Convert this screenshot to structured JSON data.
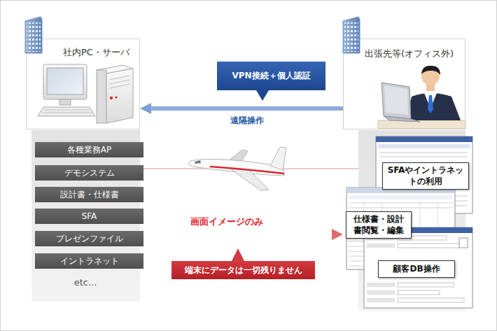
{
  "diagram": {
    "nodes": [
      {
        "text": [
          "社内PC・サーバ"
        ]
      },
      {
        "text": [
          "出張先等(オフィス外)"
        ]
      },
      {
        "text": [
          "VPN接続＋個人認証"
        ]
      },
      {
        "text": [
          "各種業務AP"
        ]
      },
      {
        "text": [
          "デモシステム"
        ]
      },
      {
        "text": [
          "設計書・仕様書"
        ]
      },
      {
        "text": [
          "SFA"
        ]
      },
      {
        "text": [
          "プレゼンファイル"
        ]
      },
      {
        "text": [
          "イントラネット"
        ]
      },
      {
        "text": [
          "SFAやイントラネットの利用"
        ]
      },
      {
        "text": [
          "仕様書・設計書閲覧・編集"
        ]
      },
      {
        "text": [
          "端末にデータは一切残りません"
        ]
      },
      {
        "text": [
          "顧客DB操作"
        ]
      }
    ],
    "edges": [
      {
        "from": 1,
        "to": 0,
        "arrow": "to",
        "label": "遠隔操作"
      }
    ],
    "labels": [
      "画面イメージのみ",
      "etc..."
    ]
  }
}
